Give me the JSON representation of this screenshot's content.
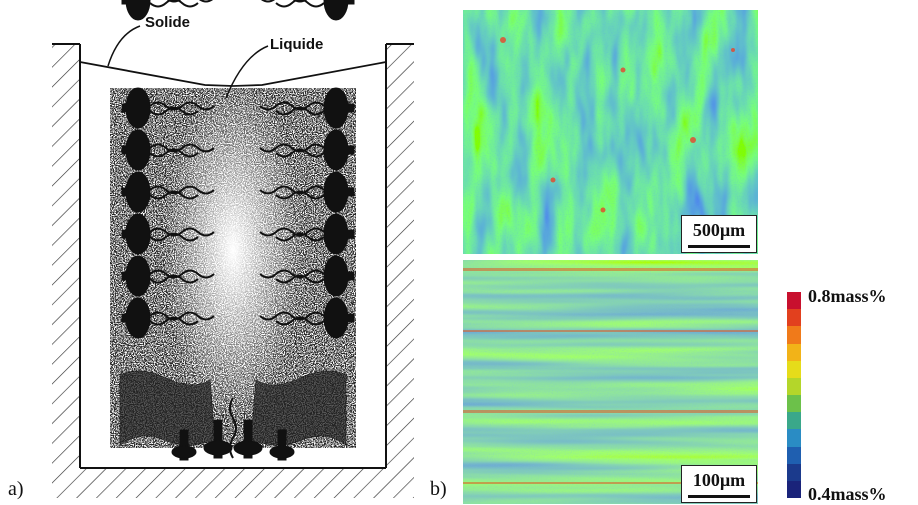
{
  "panel_a": {
    "label": "a)",
    "solid_label": "Solide",
    "liquid_label": "Liquide"
  },
  "panel_b": {
    "label": "b)",
    "top_scale": "500µm",
    "bottom_scale": "100µm"
  },
  "colorbar": {
    "max_label": "0.8mass%",
    "min_label": "0.4mass%",
    "colors": [
      "#c8102e",
      "#e2401e",
      "#f07a1a",
      "#f2b318",
      "#e6dc1a",
      "#b4d62a",
      "#6cc14a",
      "#3aa88a",
      "#2a8cc4",
      "#1f5fb0",
      "#1b3a8c",
      "#1a237a"
    ]
  }
}
